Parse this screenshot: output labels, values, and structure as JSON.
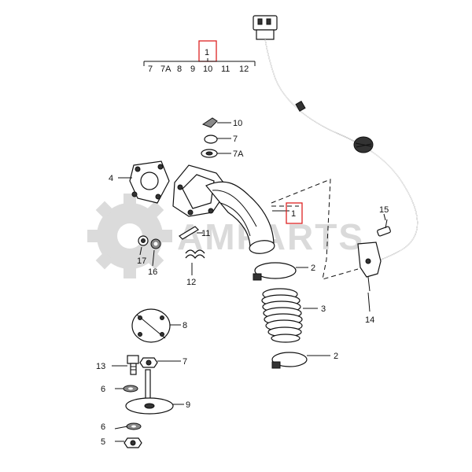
{
  "watermark": {
    "text": "AMPARTS"
  },
  "index_bar": {
    "header": "1",
    "items": [
      "7",
      "7A",
      "8",
      "9",
      "10",
      "11",
      "12"
    ]
  },
  "callouts": {
    "c1": "1",
    "c2a": "2",
    "c2b": "2",
    "c3": "3",
    "c4": "4",
    "c5": "5",
    "c6a": "6",
    "c6b": "6",
    "c7a": "7",
    "c7b": "7",
    "c7A": "7A",
    "c8": "8",
    "c9": "9",
    "c10": "10",
    "c11": "11",
    "c12": "12",
    "c13": "13",
    "c14": "14",
    "c15": "15",
    "c16": "16",
    "c17": "17"
  },
  "colors": {
    "highlight": "#dd2222",
    "ink": "#111111",
    "watermark": "#d6d6d6"
  }
}
